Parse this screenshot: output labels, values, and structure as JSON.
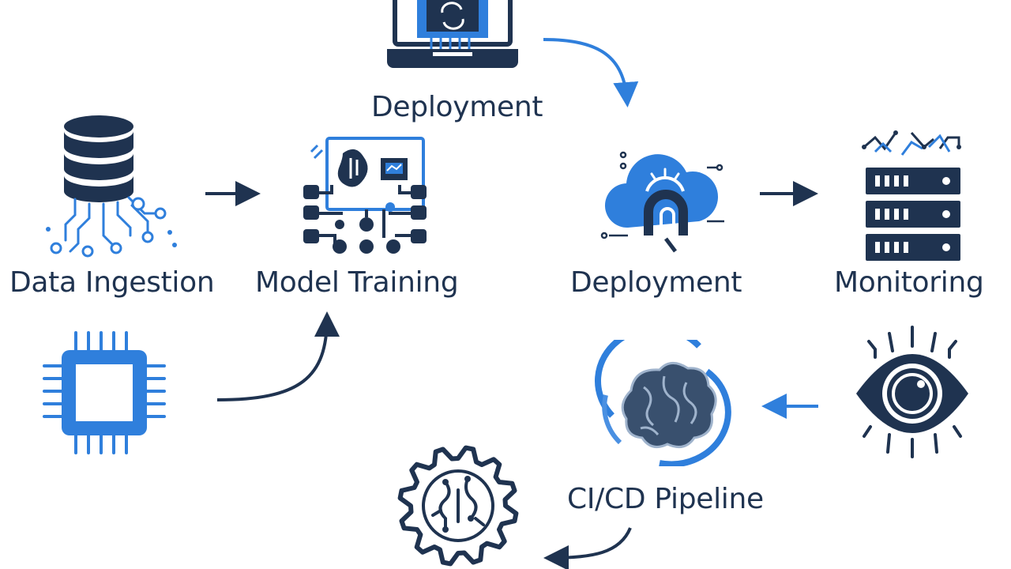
{
  "nodes": {
    "deployment_top": {
      "label": "Deployment",
      "icon": "laptop-chip-icon"
    },
    "data_ingestion": {
      "label": "Data Ingestion",
      "icon": "database-icon"
    },
    "model_training": {
      "label": "Model Training",
      "icon": "circuit-board-icon"
    },
    "deployment": {
      "label": "Deployment",
      "icon": "cloud-upload-icon"
    },
    "monitoring": {
      "label": "Monitoring",
      "icon": "server-rack-icon"
    },
    "cicd_pipeline": {
      "label": "CI/CD Pipeline",
      "icon": "brain-cycle-icon"
    },
    "processor": {
      "icon": "cpu-chip-icon"
    },
    "observability": {
      "icon": "eye-icon"
    },
    "settings_gear": {
      "icon": "gear-icon"
    }
  },
  "colors": {
    "navy": "#1f3350",
    "blue": "#2f7fdc",
    "light_blue": "#4a90e2"
  }
}
